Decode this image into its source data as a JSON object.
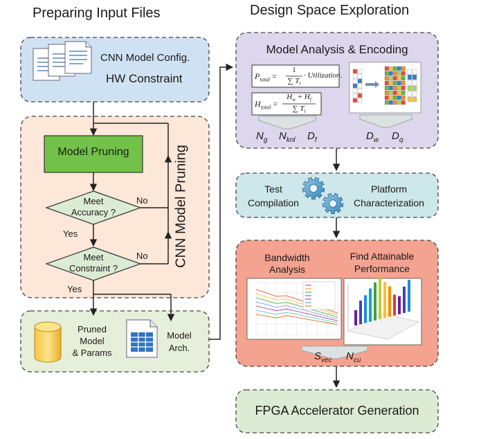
{
  "headings": {
    "left": "Preparing Input Files",
    "right": "Design Space Exploration"
  },
  "input_files": {
    "line1": "CNN Model Config.",
    "line2": "HW Constraint"
  },
  "pruning": {
    "section_label": "CNN Model Pruning",
    "model_pruning": "Model Pruning",
    "accuracy_q1": "Meet",
    "accuracy_q2": "Accuracy ?",
    "constraint_q1": "Meet",
    "constraint_q2": "Constraint ?",
    "no_1": "No",
    "no_2": "No",
    "yes_1": "Yes",
    "yes_2": "Yes"
  },
  "outputs": {
    "pruned_1": "Pruned",
    "pruned_2": "Model",
    "pruned_3": "& Params",
    "arch_1": "Model",
    "arch_2": "Arch."
  },
  "analysis": {
    "title": "Model Analysis & Encoding",
    "ptotal_lhs": "P",
    "ptotal_sub": "total",
    "ptotal_eq": "= ",
    "ptotal_num": "1",
    "ptotal_den": "∑ T",
    "ptotal_den_sub": "l",
    "ptotal_tail": "· Utilization.",
    "htotal_lhs": "H",
    "htotal_sub": "total",
    "htotal_num": "H",
    "htotal_num_w": "w",
    "htotal_plus": " + H",
    "htotal_num_f": "f",
    "htotal_den": "∑ T",
    "htotal_den_sub": "l",
    "out_ng": "N",
    "out_ng_sub": "g",
    "out_nknl": "N",
    "out_nknl_sub": "knl",
    "out_df": "D",
    "out_df_sub": "f",
    "out_dw": "D",
    "out_dw_sub": "w",
    "out_dq": "D",
    "out_dq_sub": "q"
  },
  "compile": {
    "test_1": "Test",
    "test_2": "Compilation",
    "plat_1": "Platform",
    "plat_2": "Characterization"
  },
  "bandwidth": {
    "title_1": "Bandwidth",
    "title_2": "Analysis",
    "perf_1": "Find Attainable",
    "perf_2": "Performance",
    "out_svec": "S",
    "out_svec_sub": "vec",
    "out_ncu": "N",
    "out_ncu_sub": "cu"
  },
  "fpga": {
    "title": "FPGA Accelerator Generation"
  },
  "colors": {
    "input_fill": "#cfe2f3",
    "pruning_fill": "#fde7d9",
    "output_fill": "#e6efd9",
    "analysis_fill": "#dcd7ec",
    "compile_fill": "#cde7ea",
    "bandwidth_fill": "#f4a390",
    "fpga_fill": "#dcebd3",
    "model_pruning_fill": "#72c24a",
    "diamond_fill": "#dcebd3"
  }
}
